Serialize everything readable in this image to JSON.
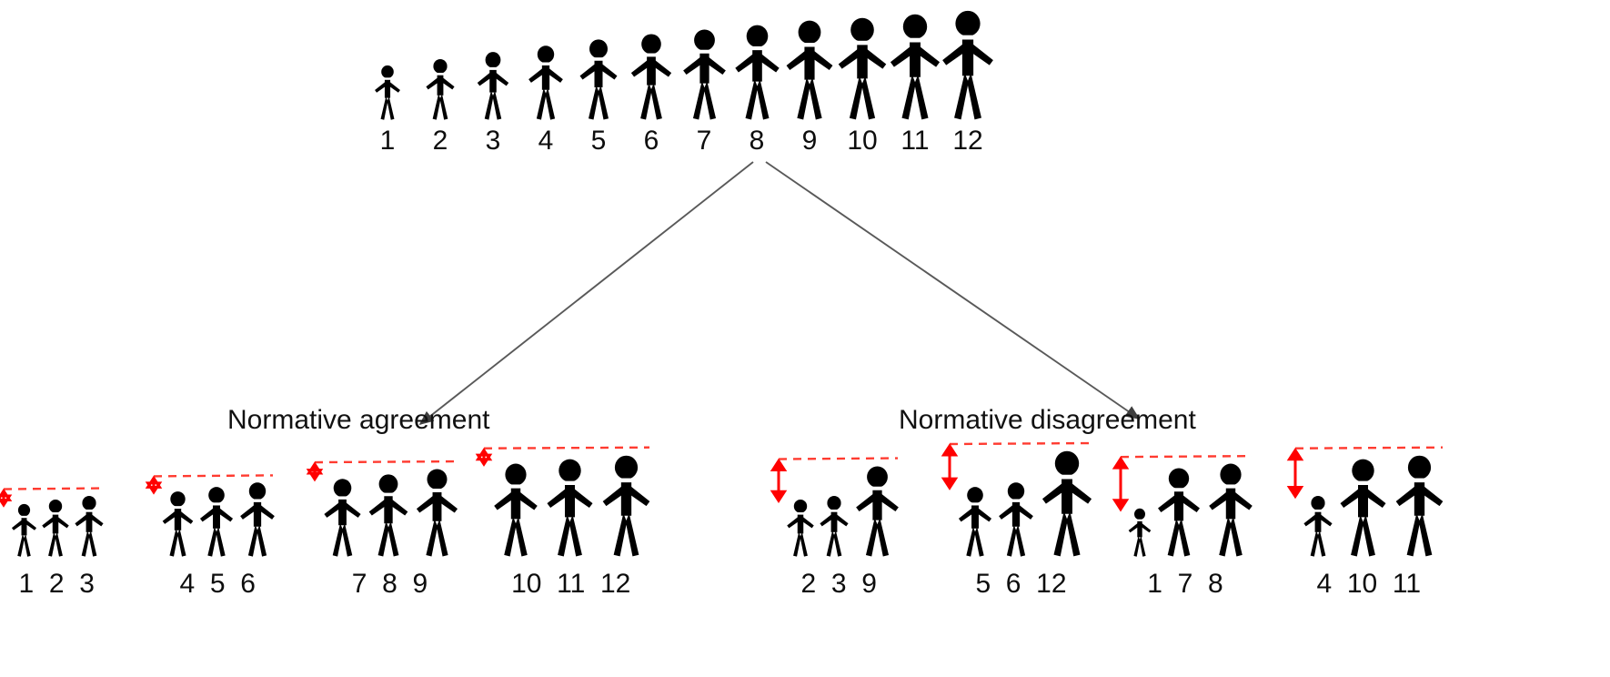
{
  "figure": {
    "title_top_row": "",
    "top_row": {
      "name": "ranked-population",
      "count": 12,
      "labels": [
        "1",
        "2",
        "3",
        "4",
        "5",
        "6",
        "7",
        "8",
        "9",
        "10",
        "11",
        "12"
      ],
      "relative_heights": [
        0.52,
        0.58,
        0.64,
        0.7,
        0.76,
        0.81,
        0.86,
        0.9,
        0.94,
        0.97,
        1.0,
        1.03
      ]
    },
    "split_arrows": {
      "left_arrow_name": "arrow-to-normative-agreement",
      "right_arrow_name": "arrow-to-normative-disagreement"
    },
    "branches": [
      {
        "name": "normative-agreement",
        "heading": "Normative agreement",
        "groups": [
          {
            "name": "agreement-group-1",
            "labels": [
              "1",
              "2",
              "3"
            ],
            "heights": [
              0.5,
              0.54,
              0.58
            ],
            "spread": 0.08,
            "bracket": "low"
          },
          {
            "name": "agreement-group-2",
            "labels": [
              "4",
              "5",
              "6"
            ],
            "heights": [
              0.62,
              0.66,
              0.7
            ],
            "spread": 0.08,
            "bracket": "low"
          },
          {
            "name": "agreement-group-3",
            "labels": [
              "7",
              "8",
              "9"
            ],
            "heights": [
              0.74,
              0.78,
              0.83
            ],
            "spread": 0.09,
            "bracket": "low"
          },
          {
            "name": "agreement-group-4",
            "labels": [
              "10",
              "11",
              "12"
            ],
            "heights": [
              0.88,
              0.92,
              0.96
            ],
            "spread": 0.08,
            "bracket": "low"
          }
        ]
      },
      {
        "name": "normative-disagreement",
        "heading": "Normative disagreement",
        "groups": [
          {
            "name": "disagreement-group-1",
            "labels": [
              "2",
              "3",
              "9"
            ],
            "heights": [
              0.54,
              0.58,
              0.86
            ],
            "spread": 0.32,
            "bracket": "high"
          },
          {
            "name": "disagreement-group-2",
            "labels": [
              "5",
              "6",
              "12"
            ],
            "heights": [
              0.66,
              0.7,
              1.0
            ],
            "spread": 0.34,
            "bracket": "high"
          },
          {
            "name": "disagreement-group-3",
            "labels": [
              "1",
              "7",
              "8"
            ],
            "heights": [
              0.46,
              0.84,
              0.88
            ],
            "spread": 0.42,
            "bracket": "high"
          },
          {
            "name": "disagreement-group-4",
            "labels": [
              "4",
              "10",
              "11"
            ],
            "heights": [
              0.58,
              0.92,
              0.96
            ],
            "spread": 0.38,
            "bracket": "high"
          }
        ]
      }
    ],
    "colors": {
      "figure": "#000000",
      "accent_red": "#FF0000",
      "dashed_red": "#FF3B30",
      "text": "#0d0d0d",
      "arrow_line": "#595959",
      "background": "#ffffff"
    },
    "annotations": {
      "bracket_meaning": "red dashed line spans group top; red double-headed arrow measures height spread"
    }
  }
}
